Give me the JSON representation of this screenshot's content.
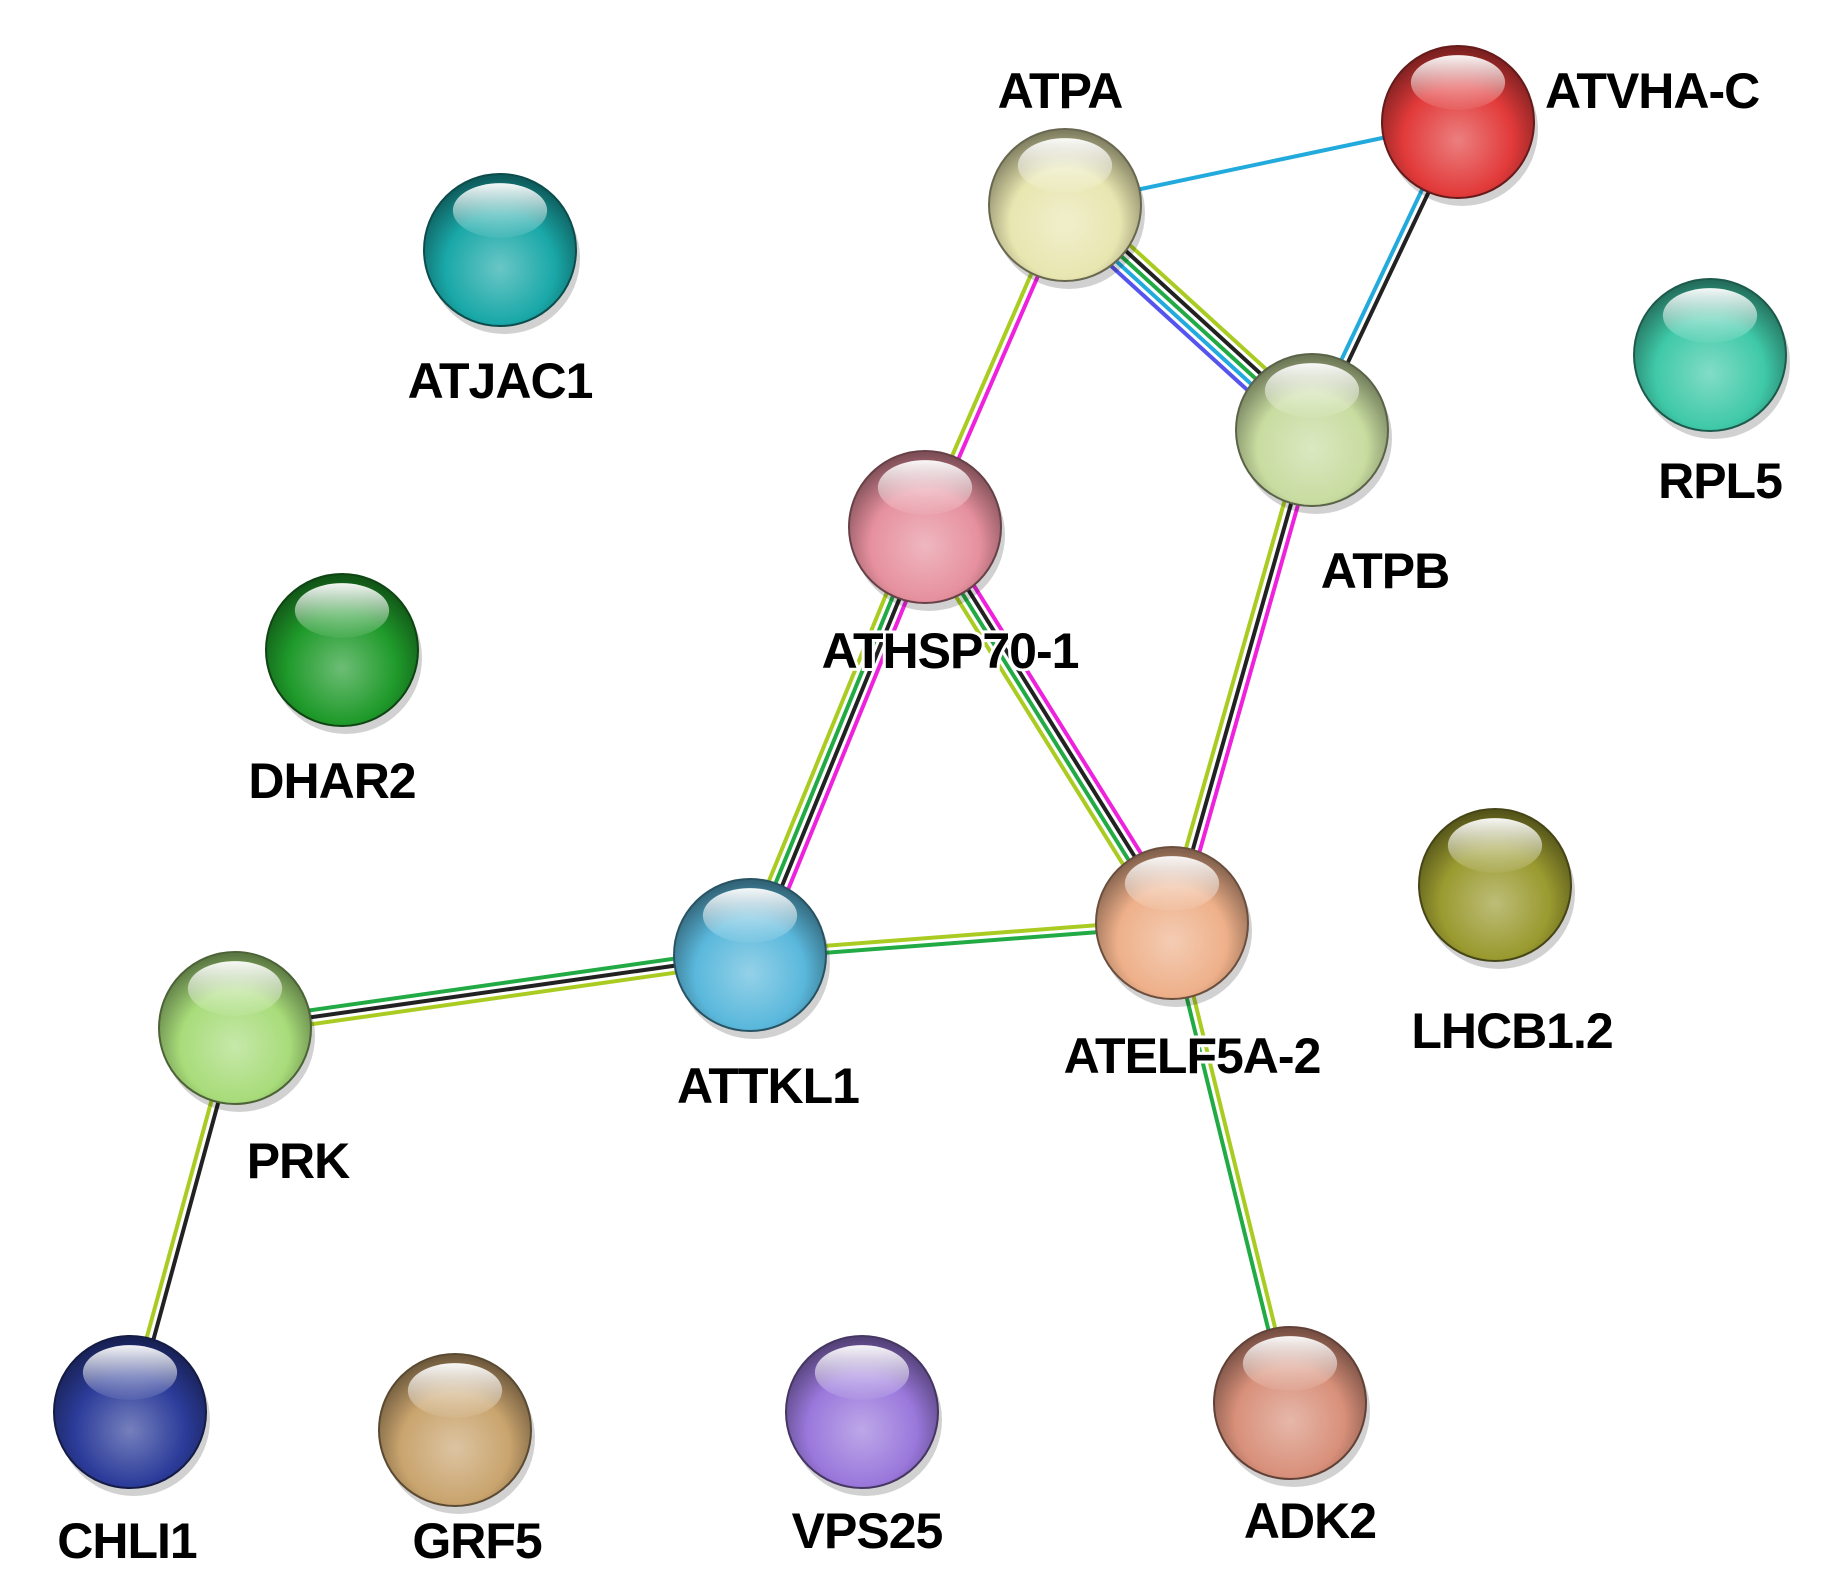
{
  "network": {
    "nodes": [
      {
        "id": "ATPA",
        "label": "ATPA",
        "color": "#e8e6b0"
      },
      {
        "id": "ATVHA-C",
        "label": "ATVHA-C",
        "color": "#e23a3a"
      },
      {
        "id": "ATJAC1",
        "label": "ATJAC1",
        "color": "#1aa8a8"
      },
      {
        "id": "RPL5",
        "label": "RPL5",
        "color": "#3fc9a8"
      },
      {
        "id": "ATHSP70-1",
        "label": "ATHSP70-1",
        "color": "#e6909e"
      },
      {
        "id": "ATPB",
        "label": "ATPB",
        "color": "#c8dca0"
      },
      {
        "id": "DHAR2",
        "label": "DHAR2",
        "color": "#1f9a2a"
      },
      {
        "id": "ATTKL1",
        "label": "ATTKL1",
        "color": "#5ab8dc"
      },
      {
        "id": "ATELF5A-2",
        "label": "ATELF5A-2",
        "color": "#eeb08a"
      },
      {
        "id": "LHCB1.2",
        "label": "LHCB1.2",
        "color": "#9a9a30"
      },
      {
        "id": "PRK",
        "label": "PRK",
        "color": "#a8dc7a"
      },
      {
        "id": "CHLI1",
        "label": "CHLI1",
        "color": "#2c3c9a"
      },
      {
        "id": "GRF5",
        "label": "GRF5",
        "color": "#c9a46e"
      },
      {
        "id": "VPS25",
        "label": "VPS25",
        "color": "#9a78dc"
      },
      {
        "id": "ADK2",
        "label": "ADK2",
        "color": "#d8907a"
      }
    ],
    "edges": [
      {
        "source": "ATPA",
        "target": "ATVHA-C",
        "colors": [
          "#22aadd"
        ]
      },
      {
        "source": "ATVHA-C",
        "target": "ATPB",
        "colors": [
          "#222222",
          "#22aadd"
        ]
      },
      {
        "source": "ATPA",
        "target": "ATPB",
        "colors": [
          "#aacc22",
          "#222222",
          "#22aa44",
          "#22aadd",
          "#5555ee"
        ]
      },
      {
        "source": "ATPA",
        "target": "ATHSP70-1",
        "colors": [
          "#ee22dd",
          "#aacc22"
        ]
      },
      {
        "source": "ATPB",
        "target": "ATELF5A-2",
        "colors": [
          "#ee22dd",
          "#222222",
          "#aacc22"
        ]
      },
      {
        "source": "ATHSP70-1",
        "target": "ATTKL1",
        "colors": [
          "#ee22dd",
          "#222222",
          "#22aa44",
          "#aacc22"
        ]
      },
      {
        "source": "ATHSP70-1",
        "target": "ATELF5A-2",
        "colors": [
          "#ee22dd",
          "#222222",
          "#22aa44",
          "#aacc22"
        ]
      },
      {
        "source": "ATTKL1",
        "target": "ATELF5A-2",
        "colors": [
          "#aacc22",
          "#22aa44"
        ]
      },
      {
        "source": "PRK",
        "target": "ATTKL1",
        "colors": [
          "#22aa44",
          "#222222",
          "#aacc22"
        ]
      },
      {
        "source": "PRK",
        "target": "CHLI1",
        "colors": [
          "#222222",
          "#aacc22"
        ]
      },
      {
        "source": "ATELF5A-2",
        "target": "ADK2",
        "colors": [
          "#aacc22",
          "#22aa44"
        ]
      }
    ]
  }
}
